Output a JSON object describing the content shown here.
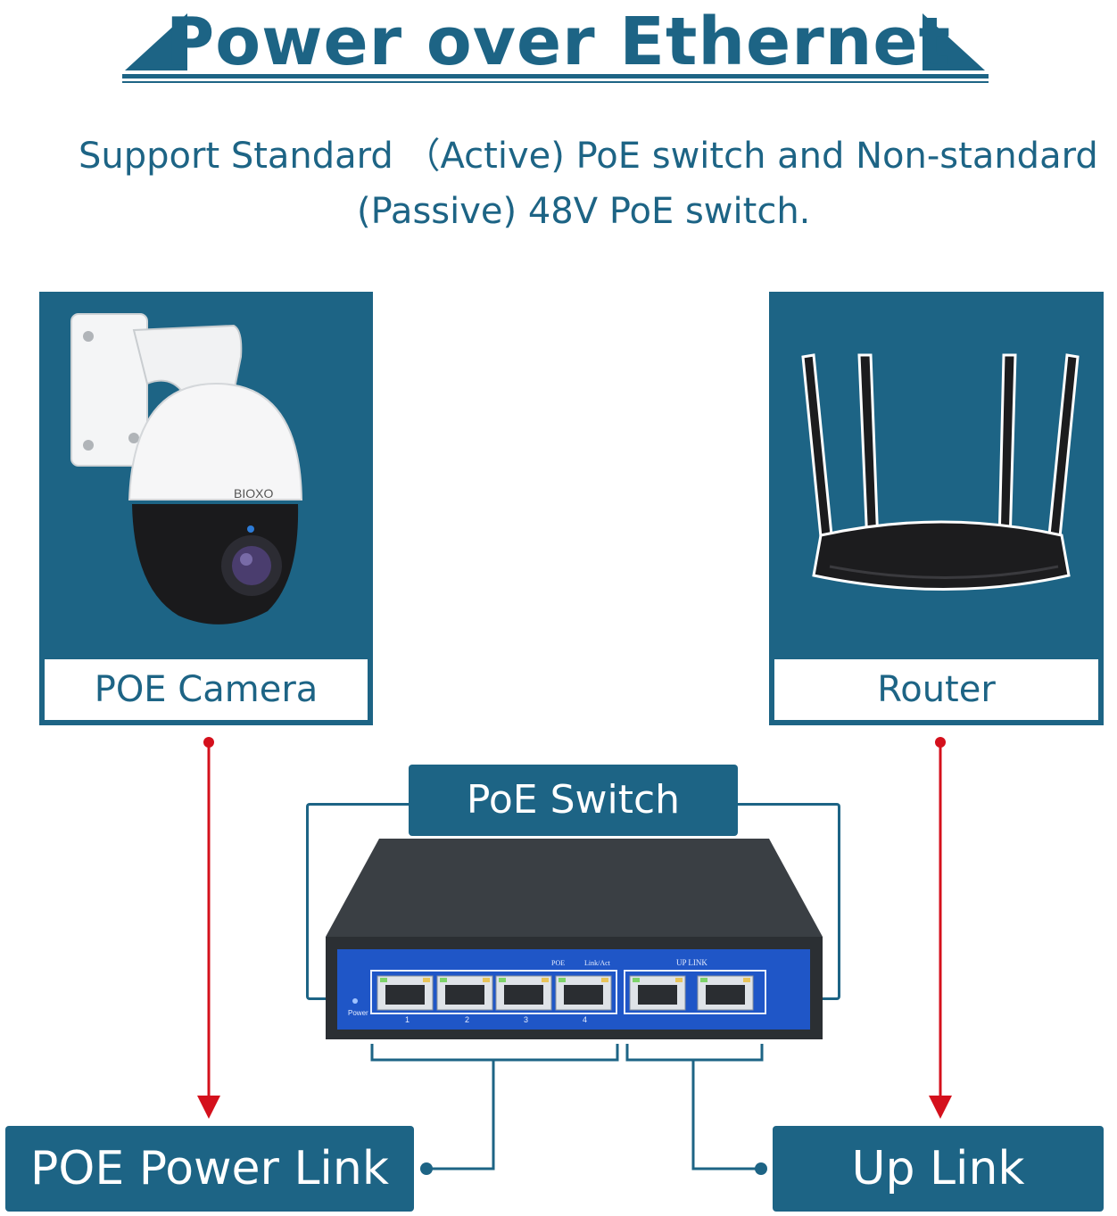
{
  "title": "Power over Ethernet",
  "subtitle_line1": "Support Standard （Active) PoE switch and Non-standard",
  "subtitle_line2": "(Passive) 48V PoE switch.",
  "camera": {
    "label": "POE Camera",
    "brand_text": "BIOXO"
  },
  "router": {
    "label": "Router"
  },
  "switch": {
    "label": "PoE Switch",
    "port_labels": [
      "1",
      "2",
      "3",
      "4"
    ],
    "poe_text": "POE",
    "link_act_text": "Link/Act",
    "up_link_text": "UP LINK",
    "power_text": "Power"
  },
  "bottom": {
    "poe_power_link": "POE Power Link",
    "up_link": "Up Link"
  },
  "colors": {
    "primary": "#1d6485",
    "arrow": "#d4101c",
    "switch_blue": "#1f56c7",
    "switch_body": "#2b2f33"
  }
}
